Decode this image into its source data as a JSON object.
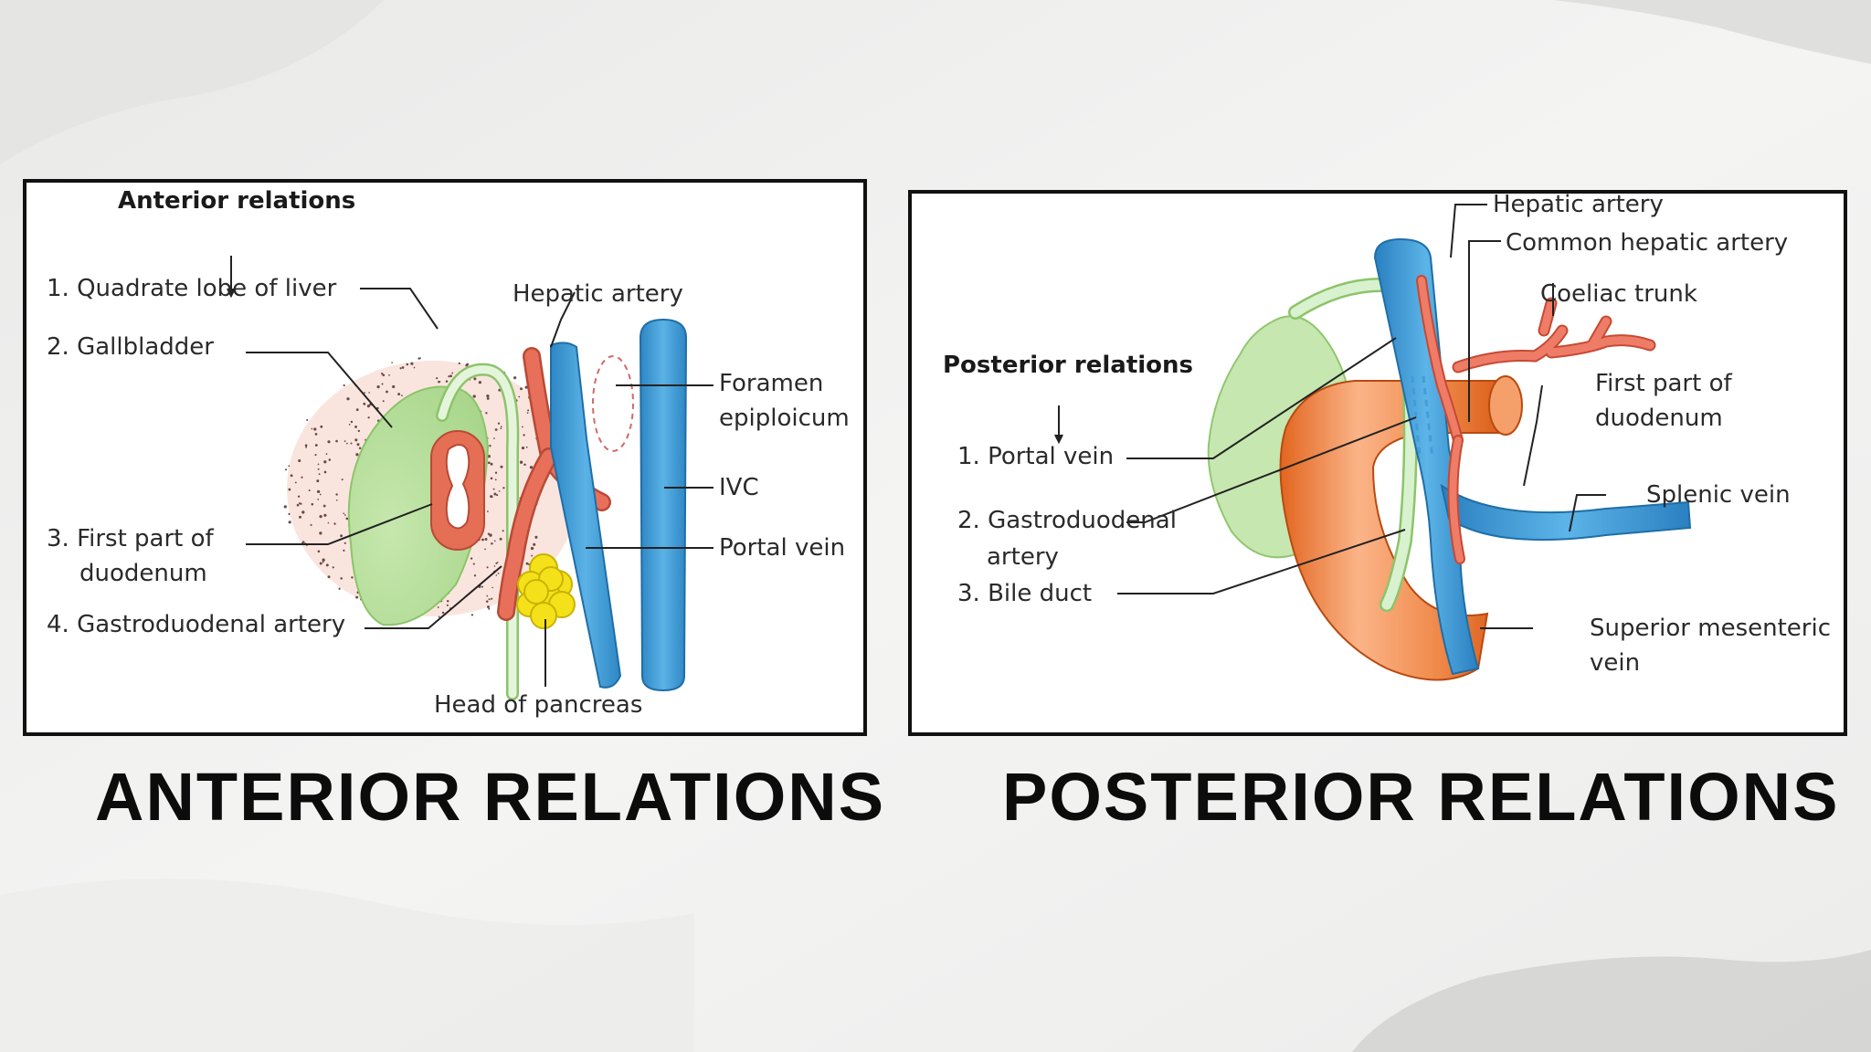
{
  "anterior": {
    "title": "Anterior relations",
    "labels": {
      "quadrate_lobe": "1. Quadrate lobe of liver",
      "gallbladder": "2. Gallbladder",
      "first_part_l1": "3. First part of",
      "first_part_l2": "duodenum",
      "gastroduodenal": "4. Gastroduodenal artery",
      "hepatic_artery": "Hepatic artery",
      "foramen_l1": "Foramen",
      "foramen_l2": "epiploicum",
      "ivc": "IVC",
      "portal_vein": "Portal vein",
      "head_pancreas": "Head of pancreas"
    },
    "caption": "ANTERIOR RELATIONS"
  },
  "posterior": {
    "title": "Posterior relations",
    "labels": {
      "portal_vein": "1. Portal vein",
      "gastro_l1": "2. Gastroduodenal",
      "gastro_l2": "artery",
      "bile_duct": "3. Bile duct",
      "hepatic_artery": "Hepatic artery",
      "common_hepatic": "Common hepatic artery",
      "coeliac": "Coeliac trunk",
      "first_part_l1": "First part of",
      "first_part_l2": "duodenum",
      "splenic": "Splenic vein",
      "sup_mes_l1": "Superior mesenteric",
      "sup_mes_l2": "vein"
    },
    "caption": "POSTERIOR RELATIONS"
  },
  "colors": {
    "vein": "#3b9ad6",
    "artery": "#e8705a",
    "gallbladder": "#b5dd9a",
    "duodenum": "#f08a4b",
    "pancreas": "#f5e11a",
    "liver_dots": "#6a4a4a",
    "bile_duct": "#c9ecc4"
  }
}
